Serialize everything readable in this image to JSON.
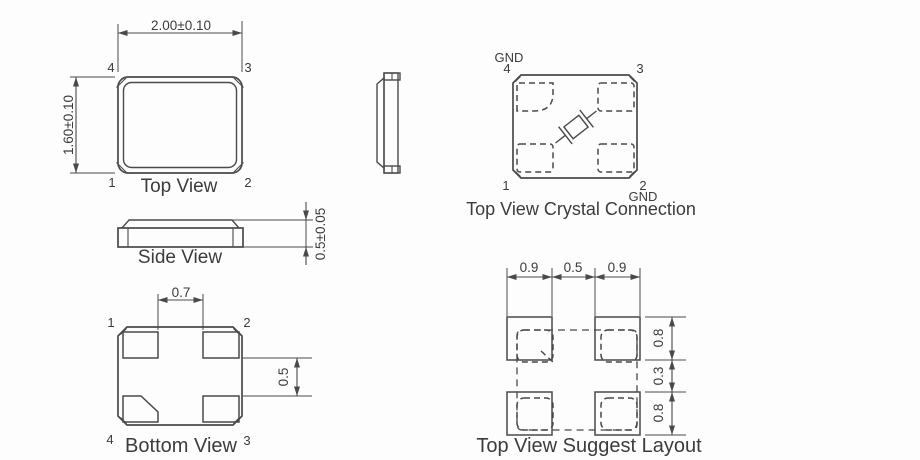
{
  "colors": {
    "background": "#fdfdfd",
    "line": "#4a4a4a",
    "text": "#3c3c3c"
  },
  "views": {
    "top_view": {
      "title": "Top View",
      "width_dim": "2.00±0.10",
      "height_dim": "1.60±0.10",
      "pin_top_left": "4",
      "pin_top_right": "3",
      "pin_bottom_left": "1",
      "pin_bottom_right": "2"
    },
    "side_view": {
      "title": "Side View",
      "thickness_dim": "0.5±0.05"
    },
    "bottom_view": {
      "title": "Bottom View",
      "top_pads_dim": "0.7",
      "side_gap_dim": "0.5",
      "pin_top_left": "1",
      "pin_top_right": "2",
      "pin_bottom_left": "4",
      "pin_bottom_right": "3"
    },
    "crystal_connection": {
      "title": "Top View Crystal Connection",
      "gnd_top_label": "GND",
      "gnd_bottom_label": "GND",
      "pin_top_left": "4",
      "pin_top_right": "3",
      "pin_bottom_left": "1",
      "pin_bottom_right": "2"
    },
    "suggest_layout": {
      "title": "Top View Suggest Layout",
      "dims_top": [
        "0.9",
        "0.5",
        "0.9"
      ],
      "dims_right": [
        "0.8",
        "0.3",
        "0.8"
      ]
    }
  }
}
